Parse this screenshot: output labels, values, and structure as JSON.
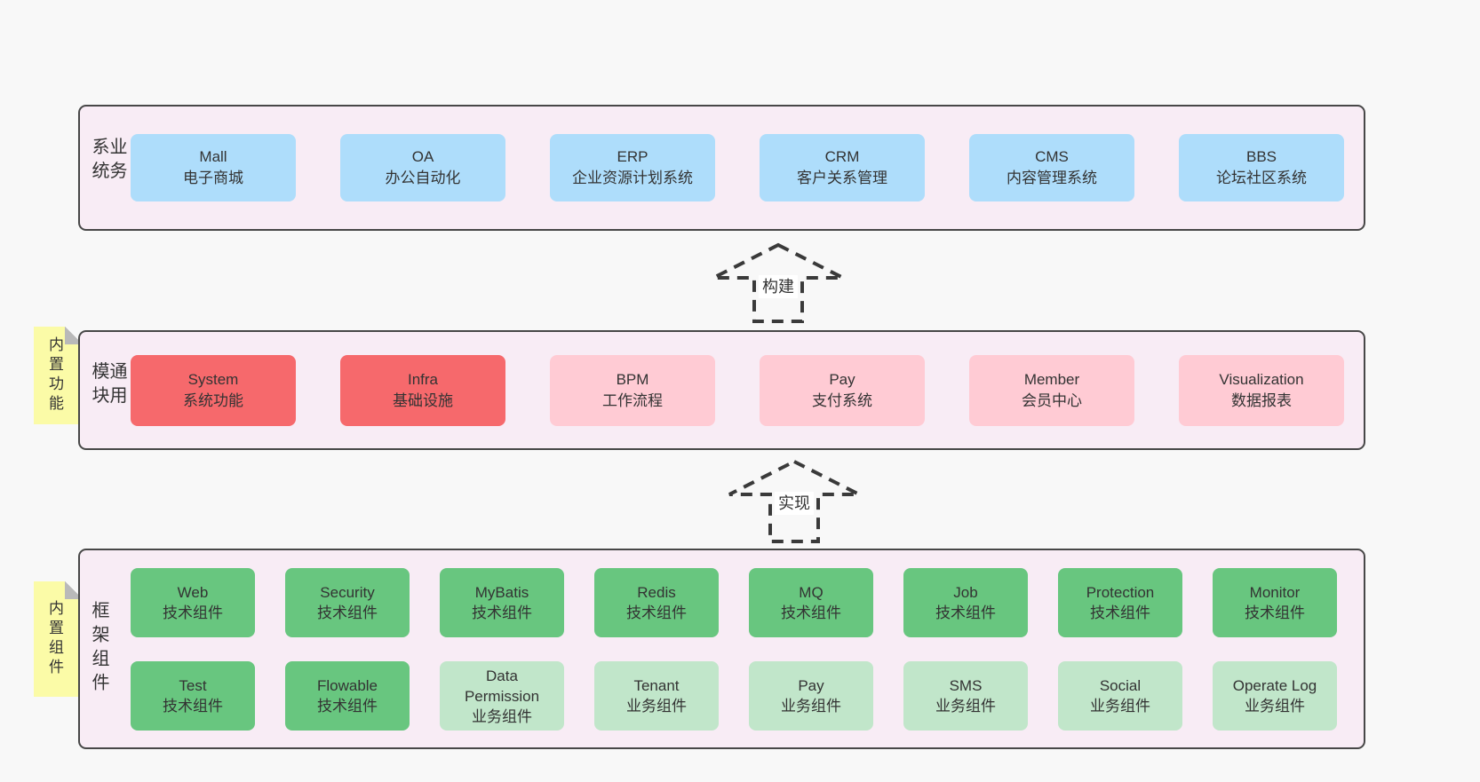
{
  "colors": {
    "page_bg": "#f8f8f8",
    "panel_bg": "#f8ecf5",
    "box_blue": "#aeddfb",
    "box_red": "#f6696c",
    "box_pink": "#ffcbd4",
    "box_green": "#68c67f",
    "box_lightgreen": "#c1e6ca",
    "tag_yellow": "#fbfba7",
    "fold_gray": "#b9b9b9"
  },
  "sections": {
    "business": {
      "label": "业务系统",
      "boxes": [
        {
          "id": "mall",
          "en": "Mall",
          "zh": "电子商城",
          "variant": "blue"
        },
        {
          "id": "oa",
          "en": "OA",
          "zh": "办公自动化",
          "variant": "blue"
        },
        {
          "id": "erp",
          "en": "ERP",
          "zh": "企业资源计划系统",
          "variant": "blue"
        },
        {
          "id": "crm",
          "en": "CRM",
          "zh": "客户关系管理",
          "variant": "blue"
        },
        {
          "id": "cms",
          "en": "CMS",
          "zh": "内容管理系统",
          "variant": "blue"
        },
        {
          "id": "bbs",
          "en": "BBS",
          "zh": "论坛社区系统",
          "variant": "blue"
        }
      ]
    },
    "modules": {
      "label": "通用模块",
      "tag": "内置功能",
      "boxes": [
        {
          "id": "system",
          "en": "System",
          "zh": "系统功能",
          "variant": "red"
        },
        {
          "id": "infra",
          "en": "Infra",
          "zh": "基础设施",
          "variant": "red"
        },
        {
          "id": "bpm",
          "en": "BPM",
          "zh": "工作流程",
          "variant": "pink"
        },
        {
          "id": "pay",
          "en": "Pay",
          "zh": "支付系统",
          "variant": "pink"
        },
        {
          "id": "member",
          "en": "Member",
          "zh": "会员中心",
          "variant": "pink"
        },
        {
          "id": "visualization",
          "en": "Visualization",
          "zh": "数据报表",
          "variant": "pink"
        }
      ]
    },
    "components": {
      "label": "框架组件",
      "tag": "内置组件",
      "rows": [
        [
          {
            "id": "web",
            "en": "Web",
            "zh": "技术组件",
            "variant": "green"
          },
          {
            "id": "security",
            "en": "Security",
            "zh": "技术组件",
            "variant": "green"
          },
          {
            "id": "mybatis",
            "en": "MyBatis",
            "zh": "技术组件",
            "variant": "green"
          },
          {
            "id": "redis",
            "en": "Redis",
            "zh": "技术组件",
            "variant": "green"
          },
          {
            "id": "mq",
            "en": "MQ",
            "zh": "技术组件",
            "variant": "green"
          },
          {
            "id": "job",
            "en": "Job",
            "zh": "技术组件",
            "variant": "green"
          },
          {
            "id": "protection",
            "en": "Protection",
            "zh": "技术组件",
            "variant": "green"
          },
          {
            "id": "monitor",
            "en": "Monitor",
            "zh": "技术组件",
            "variant": "green"
          }
        ],
        [
          {
            "id": "test",
            "en": "Test",
            "zh": "技术组件",
            "variant": "green"
          },
          {
            "id": "flowable",
            "en": "Flowable",
            "zh": "技术组件",
            "variant": "green"
          },
          {
            "id": "data-permission",
            "en": "Data\nPermission",
            "zh": "业务组件",
            "variant": "lightgreen"
          },
          {
            "id": "tenant",
            "en": "Tenant",
            "zh": "业务组件",
            "variant": "lightgreen"
          },
          {
            "id": "pay-biz",
            "en": "Pay",
            "zh": "业务组件",
            "variant": "lightgreen"
          },
          {
            "id": "sms",
            "en": "SMS",
            "zh": "业务组件",
            "variant": "lightgreen"
          },
          {
            "id": "social",
            "en": "Social",
            "zh": "业务组件",
            "variant": "lightgreen"
          },
          {
            "id": "operate-log",
            "en": "Operate Log",
            "zh": "业务组件",
            "variant": "lightgreen"
          }
        ]
      ]
    }
  },
  "arrows": [
    {
      "label": "构建"
    },
    {
      "label": "实现"
    }
  ]
}
